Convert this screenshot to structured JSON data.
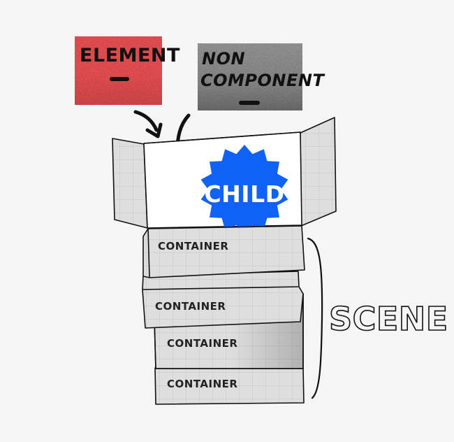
{
  "labels": {
    "element": "ELEMENT",
    "non_component_line1": "NON",
    "non_component_line2": "COMPONENT",
    "child": "CHILD",
    "container_1": "CONTAINER",
    "container_2": "CONTAINER",
    "container_3": "CONTAINER",
    "container_4": "CONTAINER",
    "scene": "SCENE"
  },
  "colors": {
    "element_red": "#ef5356",
    "non_component_gray": "#8c8c8c",
    "child_blue": "#0f62f5",
    "container_fill": "#dedede",
    "grid_line": "#c6c6c6",
    "ink": "#1a1a1a",
    "background": "#f5f5f5"
  },
  "icons": {
    "element_dash": "minus-bar-icon",
    "non_component_dash": "minus-bar-icon",
    "arrows": "curved-arrow-icon",
    "child_badge": "starburst-badge-icon"
  }
}
